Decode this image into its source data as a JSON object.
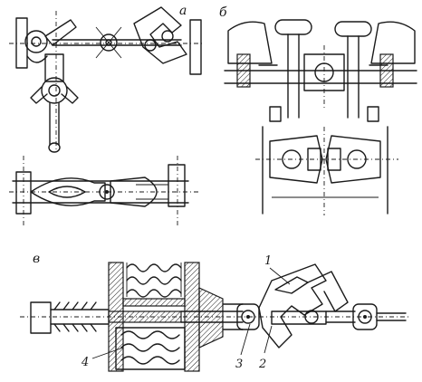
{
  "panels": {
    "a": {
      "label": "а"
    },
    "b": {
      "label": "б"
    },
    "c": {
      "label": "в"
    }
  },
  "callouts": [
    {
      "id": "1",
      "text": "1"
    },
    {
      "id": "2",
      "text": "2"
    },
    {
      "id": "3",
      "text": "3"
    },
    {
      "id": "4",
      "text": "4"
    }
  ]
}
